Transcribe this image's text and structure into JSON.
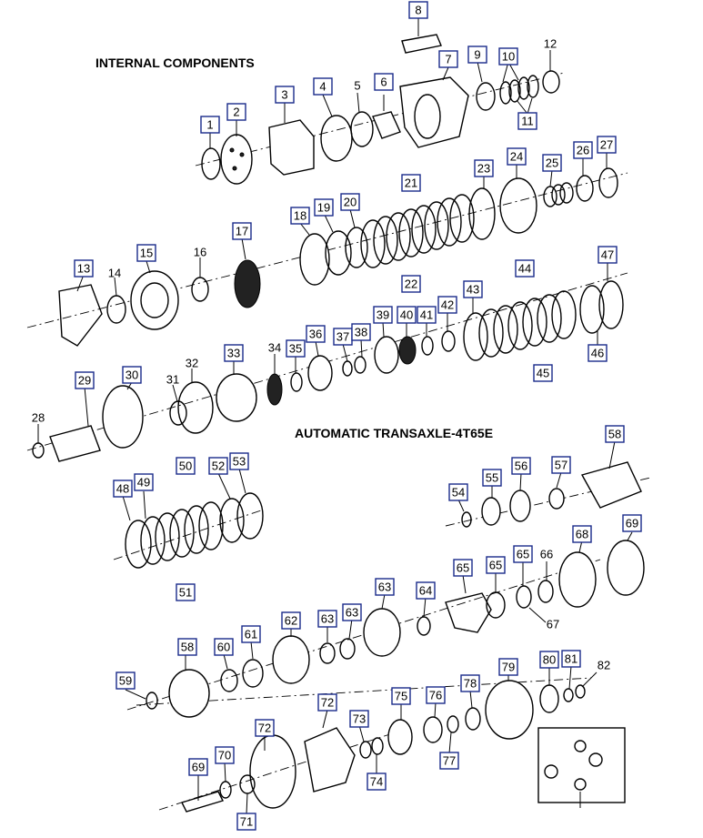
{
  "headings": {
    "top": "INTERNAL COMPONENTS",
    "middle": "AUTOMATIC TRANSAXLE-4T65E"
  },
  "callouts": [
    "1",
    "2",
    "3",
    "4",
    "5",
    "6",
    "7",
    "8",
    "9",
    "10",
    "11",
    "12",
    "13",
    "14",
    "15",
    "16",
    "17",
    "18",
    "19",
    "20",
    "21",
    "22",
    "23",
    "24",
    "25",
    "26",
    "27",
    "28",
    "29",
    "30",
    "31",
    "32",
    "33",
    "34",
    "35",
    "36",
    "37",
    "38",
    "39",
    "40",
    "41",
    "42",
    "43",
    "44",
    "45",
    "46",
    "47",
    "48",
    "49",
    "50",
    "51",
    "52",
    "53",
    "54",
    "55",
    "56",
    "57",
    "58",
    "58",
    "59",
    "60",
    "61",
    "62",
    "63",
    "63",
    "63",
    "64",
    "65",
    "65",
    "65",
    "66",
    "67",
    "68",
    "69",
    "69",
    "70",
    "71",
    "72",
    "72",
    "73",
    "74",
    "75",
    "76",
    "77",
    "78",
    "79",
    "80",
    "81",
    "82"
  ]
}
